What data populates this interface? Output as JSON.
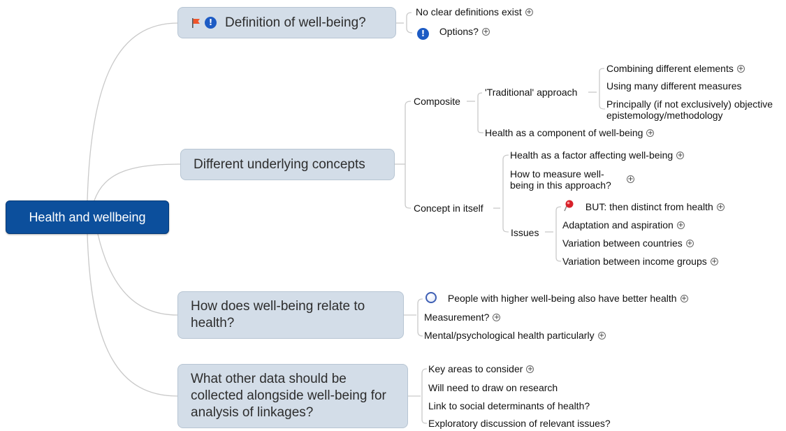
{
  "root": {
    "label": "Health and wellbeing"
  },
  "topics": {
    "definition": {
      "label": "Definition of well-being?"
    },
    "concepts": {
      "label": "Different underlying concepts"
    },
    "relation": {
      "label": "How does well-being relate to health?"
    },
    "data": {
      "label": "What other data should be collected alongside well-being for analysis of linkages?"
    }
  },
  "definition_children": {
    "no_clear": "No clear definitions exist",
    "options": "Options?"
  },
  "concepts_children": {
    "composite": "Composite",
    "traditional": "'Traditional' approach",
    "combining": "Combining different elements",
    "using_many": "Using many different measures",
    "principally": "Principally (if not exclusively) objective epistemology/methodology",
    "health_component": "Health as a component of well-being",
    "concept_itself": "Concept in itself",
    "health_factor": "Health as a factor affecting well-being",
    "how_measure": "How to measure well-being in this approach?",
    "issues": "Issues",
    "but_distinct": "BUT: then distinct from health",
    "adaptation": "Adaptation and aspiration",
    "var_countries": "Variation between countries",
    "var_income": "Variation between income groups"
  },
  "relation_children": {
    "people_higher": "People with higher well-being also have better health",
    "measurement": "Measurement?",
    "mental": "Mental/psychological health particularly"
  },
  "data_children": {
    "key_areas": "Key areas to consider",
    "will_need": "Will need to draw on research",
    "link_social": "Link to social determinants of health?",
    "exploratory": "Exploratory discussion of relevant issues?"
  },
  "colors": {
    "root": "#0c4f9c",
    "topic": "#d3dde8",
    "line": "#c8c8c8",
    "info_icon": "#1d5bc4",
    "flag_icon": "#f0552a"
  },
  "icons": [
    "flag-icon",
    "info-icon",
    "pin-icon",
    "circle-icon",
    "expand-icon"
  ]
}
